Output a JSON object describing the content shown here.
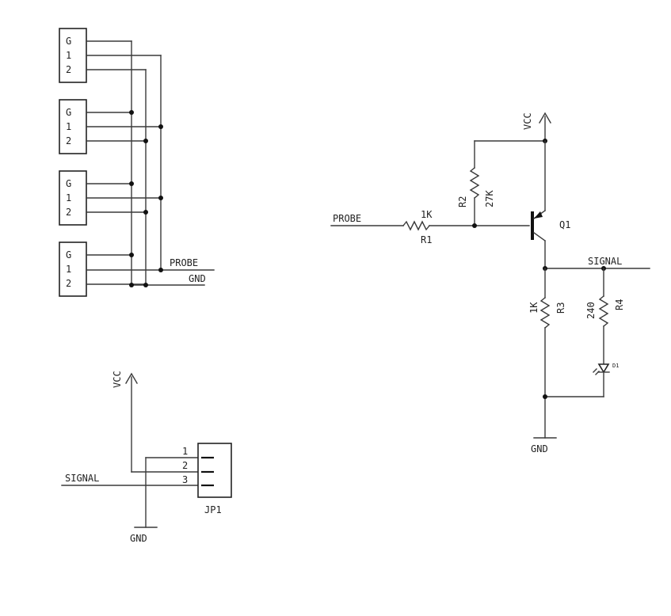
{
  "connectors": [
    {
      "pins": [
        "G",
        "1",
        "2"
      ]
    },
    {
      "pins": [
        "G",
        "1",
        "2"
      ]
    },
    {
      "pins": [
        "G",
        "1",
        "2"
      ]
    },
    {
      "pins": [
        "G",
        "1",
        "2"
      ]
    }
  ],
  "nets": {
    "probe": "PROBE",
    "gnd": "GND",
    "vcc": "VCC",
    "signal": "SIGNAL"
  },
  "components": {
    "r1": {
      "ref": "R1",
      "value": "1K"
    },
    "r2": {
      "ref": "R2",
      "value": "27K"
    },
    "r3": {
      "ref": "R3",
      "value": "1K"
    },
    "r4": {
      "ref": "R4",
      "value": "240"
    },
    "q1": {
      "ref": "Q1"
    },
    "d1": {
      "ref": "D1"
    }
  },
  "jp1": {
    "ref": "JP1",
    "pins": [
      "1",
      "2",
      "3"
    ]
  }
}
